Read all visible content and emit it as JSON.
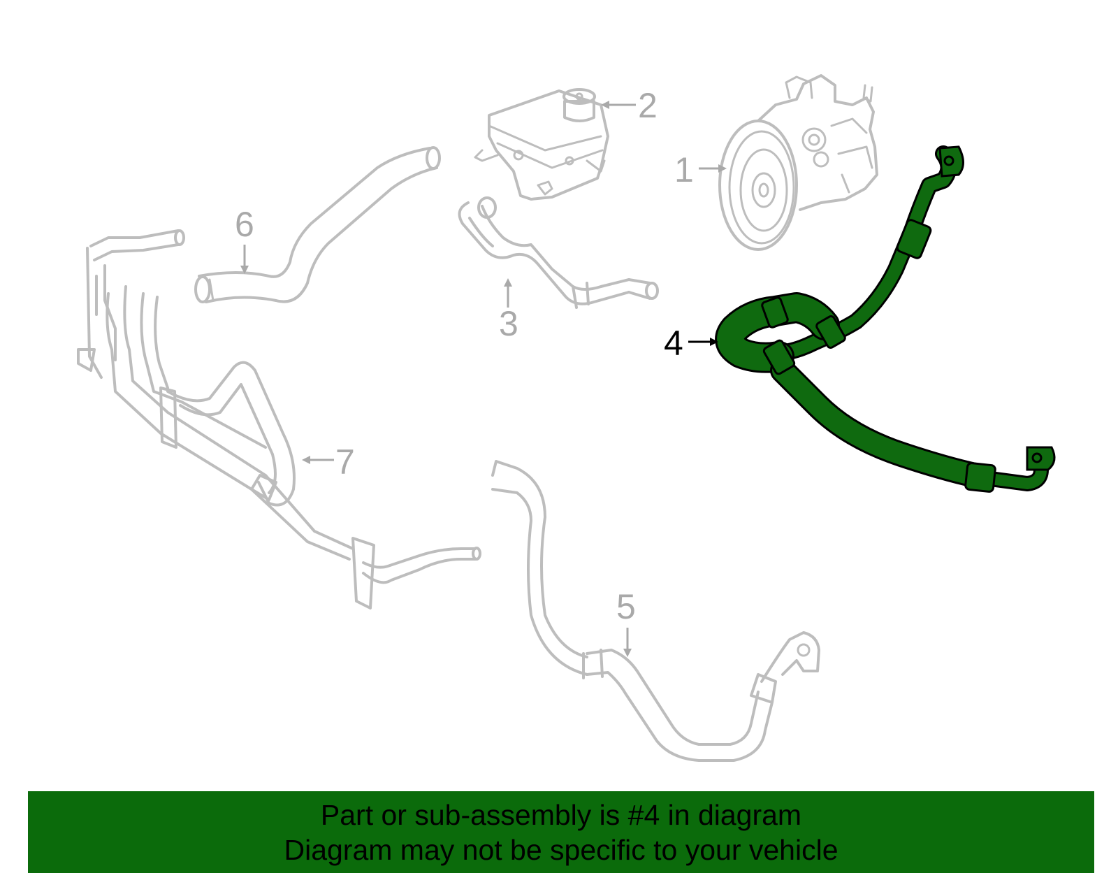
{
  "callouts": [
    {
      "id": "1",
      "label": "1"
    },
    {
      "id": "2",
      "label": "2"
    },
    {
      "id": "3",
      "label": "3"
    },
    {
      "id": "4",
      "label": "4"
    },
    {
      "id": "5",
      "label": "5"
    },
    {
      "id": "6",
      "label": "6"
    },
    {
      "id": "7",
      "label": "7"
    }
  ],
  "highlighted_part": "4",
  "colors": {
    "highlight": "#0f6a0f",
    "banner": "#0b6b0b",
    "part_outline": "#bdbdbd",
    "callout_gray": "#a9a9a9"
  },
  "banner": {
    "line1": "Part or sub-assembly is #4 in diagram",
    "line2": "Diagram may not be specific to your vehicle"
  }
}
